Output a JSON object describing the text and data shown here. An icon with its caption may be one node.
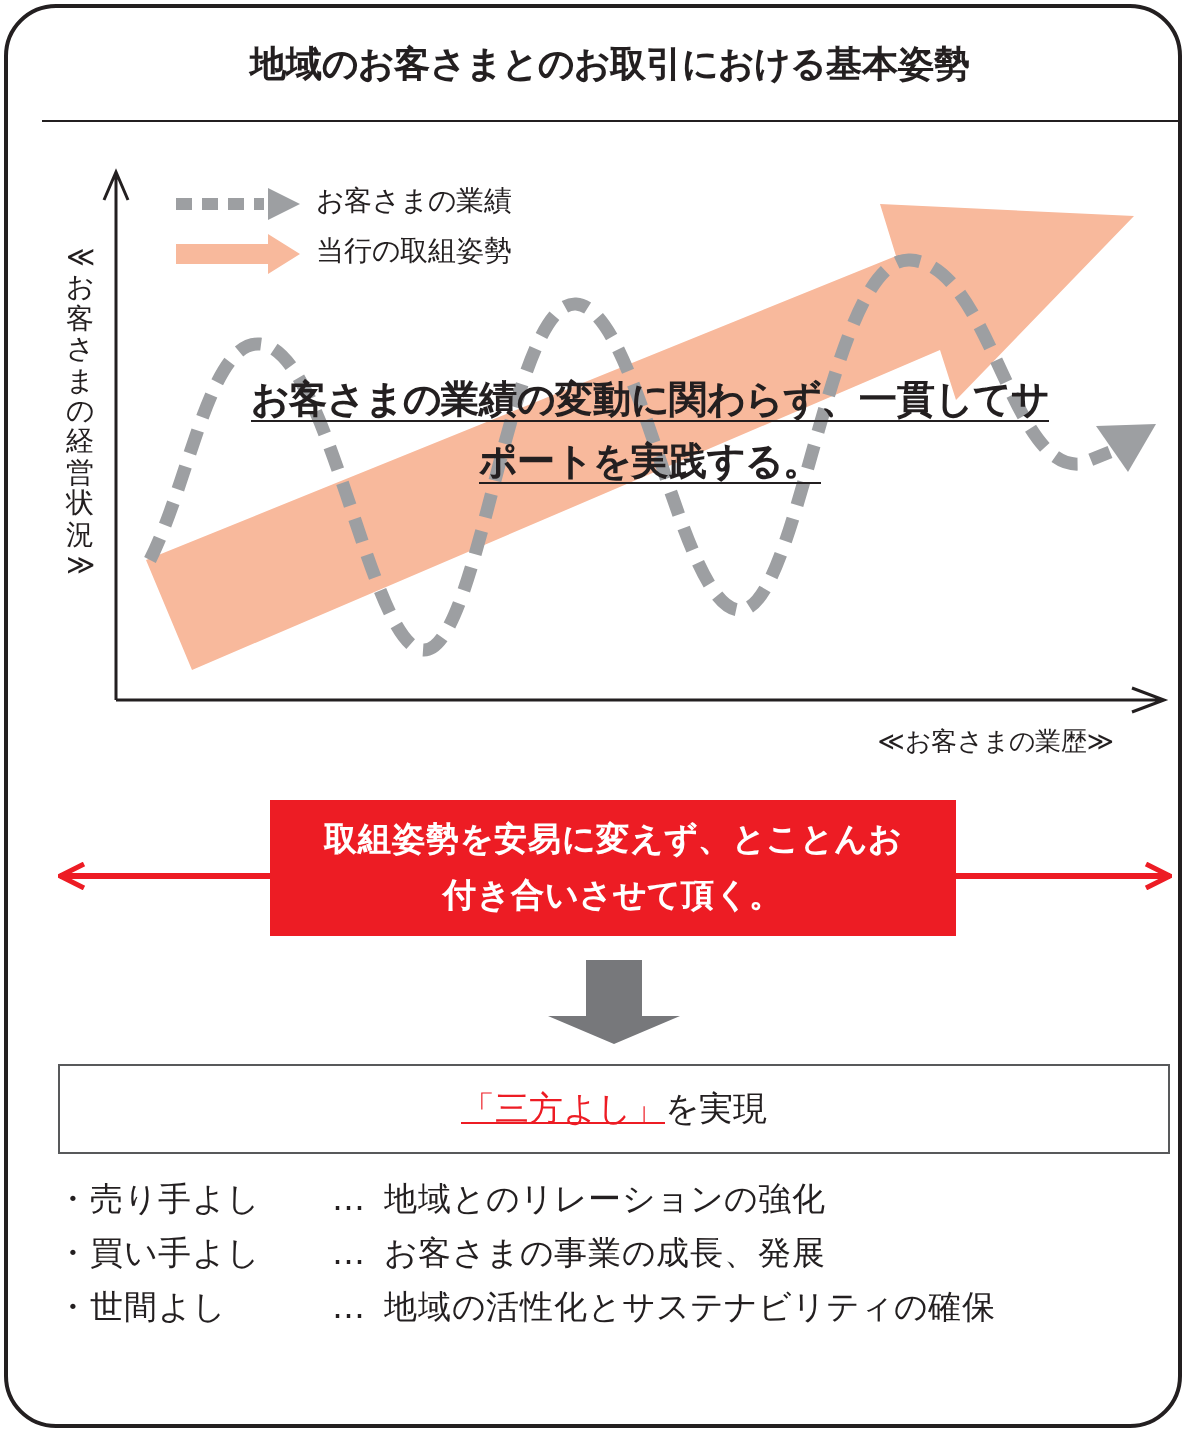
{
  "diagram": {
    "title": "地域のお客さまとのお取引における基本姿勢",
    "nodes": [
      {
        "text": [
          "取組姿勢を安易に変えず、とことんお付き合いさせて頂く。"
        ]
      },
      {
        "text": [
          "「三方よし」",
          "を実現"
        ]
      }
    ],
    "edges": [
      {
        "from": 0,
        "to": null,
        "arrow": "to"
      },
      {
        "from": 0,
        "to": null,
        "arrow": "to"
      },
      {
        "from": 0,
        "to": 1,
        "arrow": "to",
        "style": "thick",
        "color": "#77787b"
      }
    ],
    "labels": [
      "≪お客さまの経営状況≫",
      "≪お客さまの業歴≫",
      "お客さまの業績の変動に関わらず、一貫してサポートを実践する。",
      "・売り手よし",
      "…",
      "地域とのリレーションの強化",
      "・買い手よし",
      "…",
      "お客さまの事業の成長、発展",
      "・世間よし",
      "…",
      "地域の活性化とサステナビリティの確保"
    ],
    "legend": [
      {
        "text": "お客さまの業績"
      },
      {
        "text": "当行の取組姿勢"
      }
    ]
  }
}
